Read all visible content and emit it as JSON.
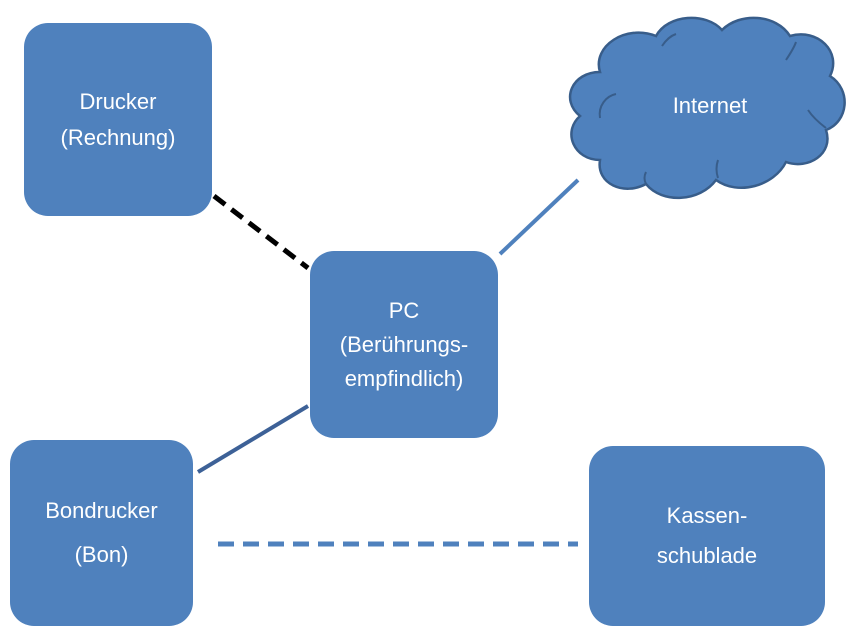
{
  "nodes": {
    "drucker": {
      "line1": "Drucker",
      "line2": "(Rechnung)"
    },
    "pc": {
      "line1": "PC",
      "line2": "(Berührungs-",
      "line3": "empfindlich)"
    },
    "bondrucker": {
      "line1": "Bondrucker",
      "line2": "(Bon)"
    },
    "kasse": {
      "line1": "Kassen-",
      "line2": "schublade"
    },
    "internet": {
      "label": "Internet"
    }
  },
  "colors": {
    "box_fill": "#4f81bd",
    "cloud_stroke": "#385d8a",
    "dashed_black": "#000000",
    "line_blue_light": "#4f81bd",
    "line_blue_dark": "#3d6197",
    "dashed_blue": "#4f81bd",
    "text": "#ffffff"
  }
}
